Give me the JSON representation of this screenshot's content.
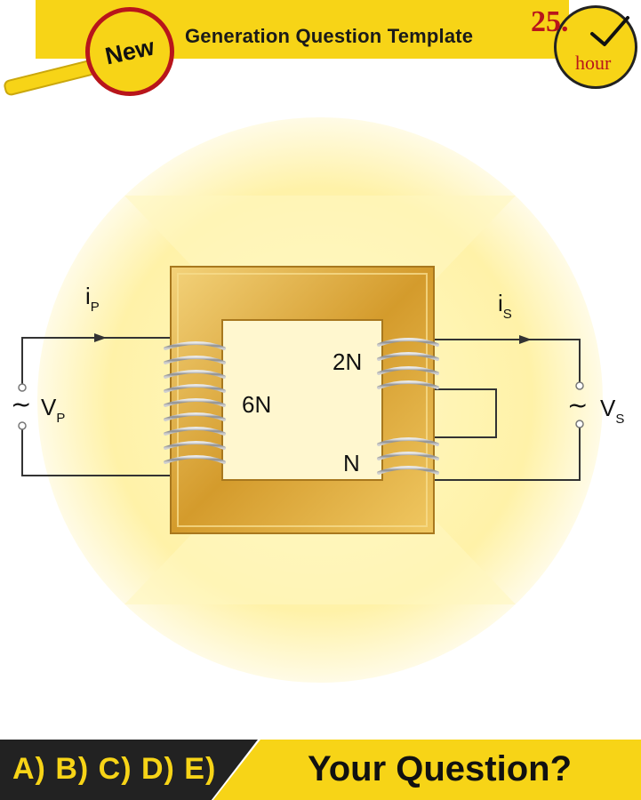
{
  "header": {
    "badge": "New",
    "title": "Generation Question Template",
    "clock_number": "25.",
    "clock_unit": "hour"
  },
  "diagram": {
    "primary_current": "i",
    "primary_current_sub": "P",
    "primary_voltage": "V",
    "primary_voltage_sub": "P",
    "primary_turns": "6N",
    "secondary_current": "i",
    "secondary_current_sub": "S",
    "secondary_voltage": "V",
    "secondary_voltage_sub": "S",
    "secondary_upper_turns": "2N",
    "secondary_lower_turns": "N",
    "ac_symbol": "~"
  },
  "footer": {
    "options": "A) B) C) D) E)",
    "question": "Your Question?"
  },
  "colors": {
    "accent": "#f7d417",
    "dark": "#222222",
    "brand_red": "#b8151b",
    "core": "#d9a93a",
    "coil": "#9a9a9a"
  }
}
